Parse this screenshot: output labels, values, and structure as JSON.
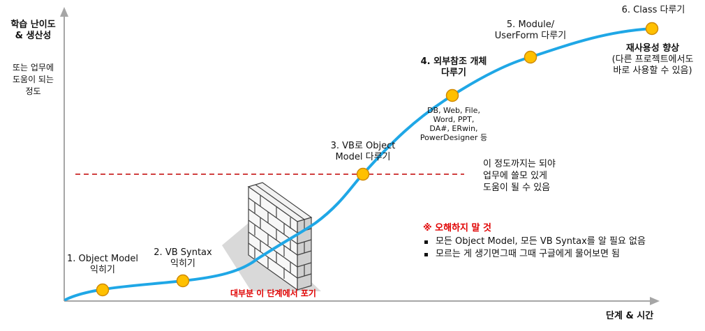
{
  "y_axis": {
    "title_line1": "학습 난이도",
    "title_line2": "& 생산성",
    "desc_line1": "또는 업무에",
    "desc_line2": "도움이 되는",
    "desc_line3": "정도"
  },
  "x_axis": {
    "title": "단계 & 시간"
  },
  "stages": [
    {
      "line1": "1. Object Model",
      "line2": "익히기"
    },
    {
      "line1": "2. VB Syntax",
      "line2": "익히기"
    },
    {
      "line1": "3. VB로 Object",
      "line2": "Model 다루기"
    },
    {
      "line1": "4. 외부참조 개체",
      "line2": "다루기",
      "detail": [
        "DB, Web, File,",
        "Word, PPT,",
        "DA#, ERwin,",
        "PowerDesigner 등"
      ]
    },
    {
      "line1": "5. Module/",
      "line2": "UserForm 다루기"
    },
    {
      "line1": "6. Class 다루기",
      "detail": [
        "재사용성 향상",
        "(다른 프로젝트에서도",
        "바로 사용할 수 있음)"
      ]
    }
  ],
  "threshold_note": [
    "이 정도까지는 되야",
    "업무에 쓸모 있게",
    "도움이 될 수 있음"
  ],
  "wall_caption": "대부분 이 단계에서 포기",
  "warning": {
    "title": "※ 오해하지 말 것",
    "items": [
      "모든 Object Model, 모든 VB Syntax를 알 필요 없음",
      "모르는 게 생기면그때 그때 구글에게 물어보면 됨"
    ]
  },
  "colors": {
    "curve": "#1fa7e6",
    "dot_fill": "#ffc000",
    "dot_stroke": "#d08a00",
    "threshold": "#c00000",
    "axis": "#a0a0a0",
    "warning": "#e00000"
  }
}
